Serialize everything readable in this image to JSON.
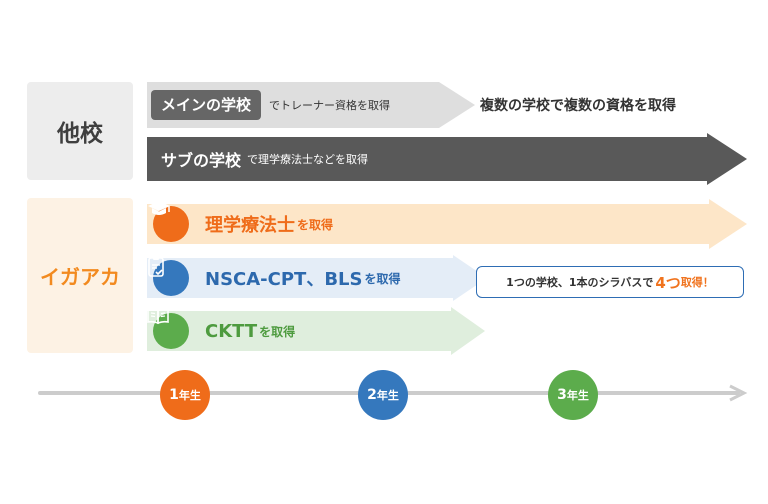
{
  "rows": {
    "other": {
      "label": "他校",
      "main": {
        "chip": "メインの学校",
        "text": "でトレーナー資格を取得"
      },
      "outside": "複数の学校で複数の資格を取得",
      "sub": {
        "title": "サブの学校",
        "text": "で理学療法士などを取得"
      }
    },
    "igaaca": {
      "label": "イガアカ",
      "pt": {
        "name": "理学療法士",
        "suffix": "を取得"
      },
      "nsca": {
        "name": "NSCA-CPT、BLS",
        "suffix": "を取得"
      },
      "cktt": {
        "name": "CKTT",
        "suffix": "を取得"
      }
    }
  },
  "callout": {
    "pre": "1つの学校、1本のシラバスで",
    "emph": "4つ",
    "post": "取得！"
  },
  "years": [
    {
      "num": "1",
      "unit": "年生"
    },
    {
      "num": "2",
      "unit": "年生"
    },
    {
      "num": "3",
      "unit": "年生"
    }
  ],
  "colors": {
    "orange": "#ef6c1a",
    "blue": "#3578bd",
    "green": "#5cac4c",
    "dark_gray": "#595959",
    "light_gray": "#dedede",
    "orange_light": "#fde6c8",
    "blue_light": "#e4edf7",
    "green_light": "#dfeedd"
  },
  "icons": {
    "pt": "graduation-cap-icon",
    "nsca": "clipboard-check-icon",
    "cktt": "open-book-icon"
  }
}
